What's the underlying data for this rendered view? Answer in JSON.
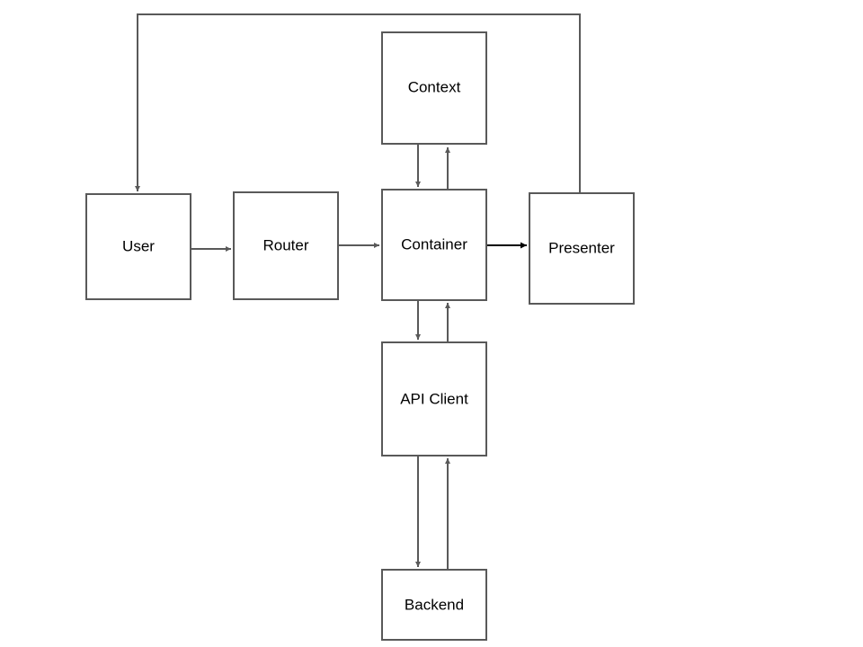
{
  "nodes": {
    "context": "Context",
    "user": "User",
    "router": "Router",
    "container": "Container",
    "presenter": "Presenter",
    "api_client": "API Client",
    "backend": "Backend"
  },
  "edges": [
    {
      "from": "user",
      "to": "router"
    },
    {
      "from": "router",
      "to": "container"
    },
    {
      "from": "container",
      "to": "presenter"
    },
    {
      "from": "presenter",
      "to": "user"
    },
    {
      "from": "context",
      "to": "container"
    },
    {
      "from": "container",
      "to": "context"
    },
    {
      "from": "container",
      "to": "api_client"
    },
    {
      "from": "api_client",
      "to": "container"
    },
    {
      "from": "api_client",
      "to": "backend"
    },
    {
      "from": "backend",
      "to": "api_client"
    }
  ],
  "colors": {
    "stroke": "#595959",
    "emphasis": "#000000",
    "background": "#ffffff"
  }
}
